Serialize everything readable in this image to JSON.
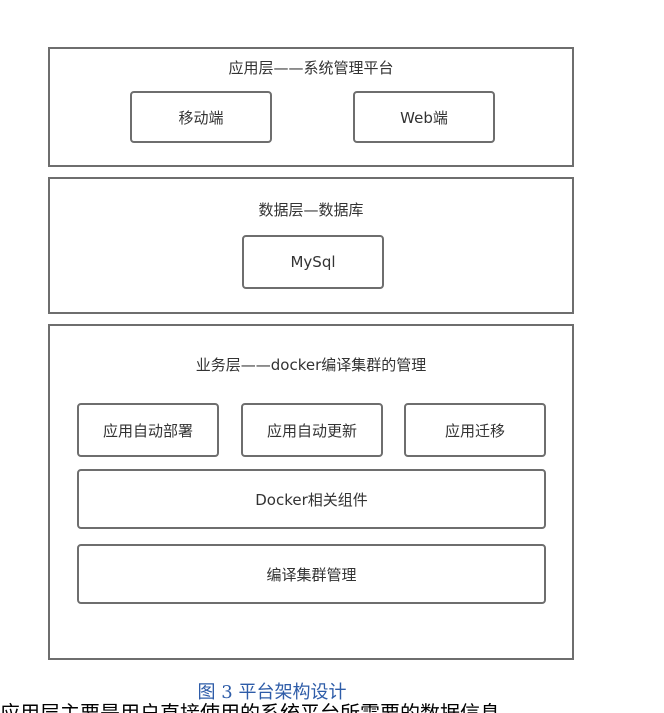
{
  "application_layer": {
    "title": "应用层——系统管理平台",
    "items": [
      "移动端",
      "Web端"
    ]
  },
  "data_layer": {
    "title": "数据层—数据库",
    "items": [
      "MySql"
    ]
  },
  "business_layer": {
    "title": "业务层——docker编译集群的管理",
    "items": [
      "应用自动部署",
      "应用自动更新",
      "应用迁移"
    ],
    "wide_items": [
      "Docker相关组件",
      "编译集群管理"
    ]
  },
  "caption": "图 3 平台架构设计",
  "trailing_text": "应用层主要是用户直接使用的系统平台所需要的数据信息"
}
